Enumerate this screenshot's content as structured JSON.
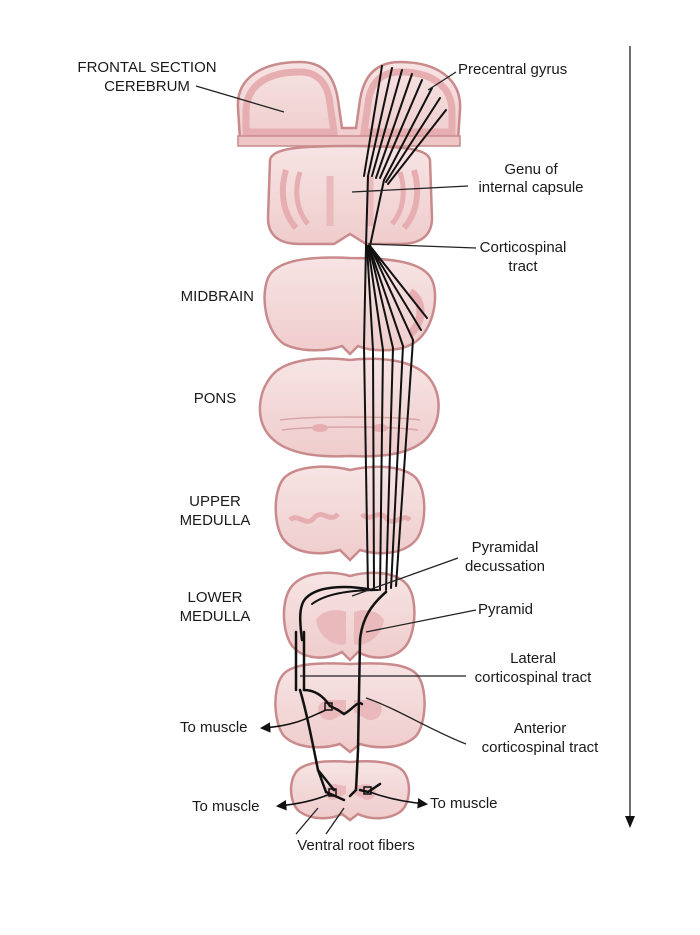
{
  "labels": {
    "frontal_section": "FRONTAL SECTION",
    "cerebrum": "CEREBRUM",
    "precentral_gyrus": "Precentral gyrus",
    "genu_line1": "Genu of",
    "genu_line2": "internal capsule",
    "corticospinal_line1": "Corticospinal",
    "corticospinal_line2": "tract",
    "midbrain": "MIDBRAIN",
    "pons": "PONS",
    "upper_medulla_line1": "UPPER",
    "upper_medulla_line2": "MEDULLA",
    "pyramidal_decussation_line1": "Pyramidal",
    "pyramidal_decussation_line2": "decussation",
    "lower_medulla_line1": "LOWER",
    "lower_medulla_line2": "MEDULLA",
    "pyramid": "Pyramid",
    "lateral_cst_line1": "Lateral",
    "lateral_cst_line2": "corticospinal tract",
    "to_muscle_upper": "To muscle",
    "anterior_cst_line1": "Anterior",
    "anterior_cst_line2": "corticospinal tract",
    "to_muscle_left": "To muscle",
    "to_muscle_right": "To muscle",
    "ventral_root_fibers": "Ventral root fibers"
  },
  "colors": {
    "tissue": "#f4dcdc",
    "tissue_edge": "#c98a8c",
    "cortex": "#e6aeb0",
    "gray_matter": "#e9b9bb",
    "fiber": "#111111",
    "leader": "#222222"
  }
}
